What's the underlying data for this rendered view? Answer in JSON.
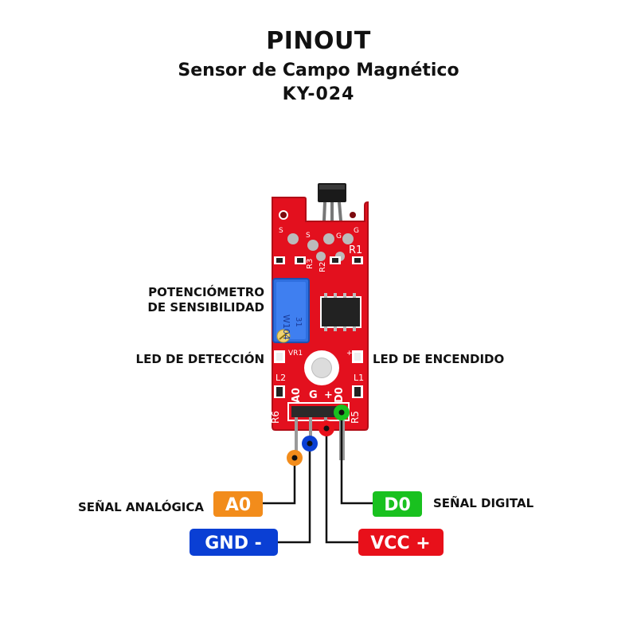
{
  "header": {
    "title": "PINOUT",
    "subtitle": "Sensor de Campo Magnético",
    "model": "KY-024"
  },
  "labels": {
    "potentiometer_line1": "POTENCIÓMETRO",
    "potentiometer_line2": "DE SENSIBILIDAD",
    "led_detection": "LED DE DETECCIÓN",
    "led_power": "LED DE ENCENDIDO",
    "analog_signal": "SEÑAL ANALÓGICA",
    "digital_signal": "SEÑAL DIGITAL"
  },
  "pins": {
    "a0": {
      "label": "A0",
      "color": "#f28c1b"
    },
    "gnd": {
      "label": "GND -",
      "color": "#0a3fd4"
    },
    "vcc": {
      "label": "VCC +",
      "color": "#e8101a"
    },
    "d0": {
      "label": "D0",
      "color": "#19c11f"
    }
  },
  "silkscreen": {
    "s_left": "S",
    "s_inner": "S",
    "g_inner": "G",
    "g_right": "G",
    "plus": "+",
    "r1": "R1",
    "r2": "R2",
    "r3": "R3",
    "vr1": "VR1",
    "l1": "L1",
    "l2": "L2",
    "r5": "R5",
    "r6": "R6",
    "pin_a0": "A0",
    "pin_g": "G",
    "pin_plus": "+",
    "pin_d0": "D0",
    "pot_code": "W104",
    "pot_num": "31"
  },
  "colors": {
    "pcb": "#e3101e",
    "pot": "#2f6fe0",
    "chip": "#222222"
  }
}
